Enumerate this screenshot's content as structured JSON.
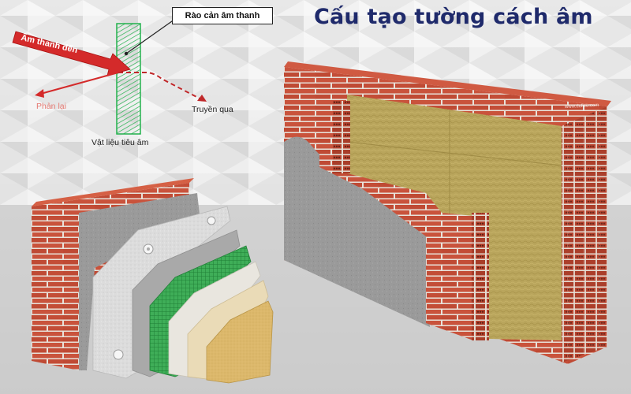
{
  "title": "Cấu tạo tường cách âm",
  "diagram": {
    "barrier_label": "Rào cản âm thanh",
    "incoming_label": "Âm thanh đến",
    "reflected_label": "Phản lại",
    "transmitted_label": "Truyền qua",
    "material_label": "Vật liệu tiêu âm"
  },
  "colors": {
    "title": "#1f2a6b",
    "brick": "#c8503a",
    "mortar": "#e9e4de",
    "mineral_wool": "#b8a45a",
    "arrow": "#d42a2a",
    "barrier_hatch": "#22b14c",
    "render_gray": "#9c9c9c",
    "mesh_green": "#2fa84f",
    "finish_cream": "#eadbb7",
    "finish_sand": "#d9b66a"
  },
  "watermark": "www.dulieu.com"
}
